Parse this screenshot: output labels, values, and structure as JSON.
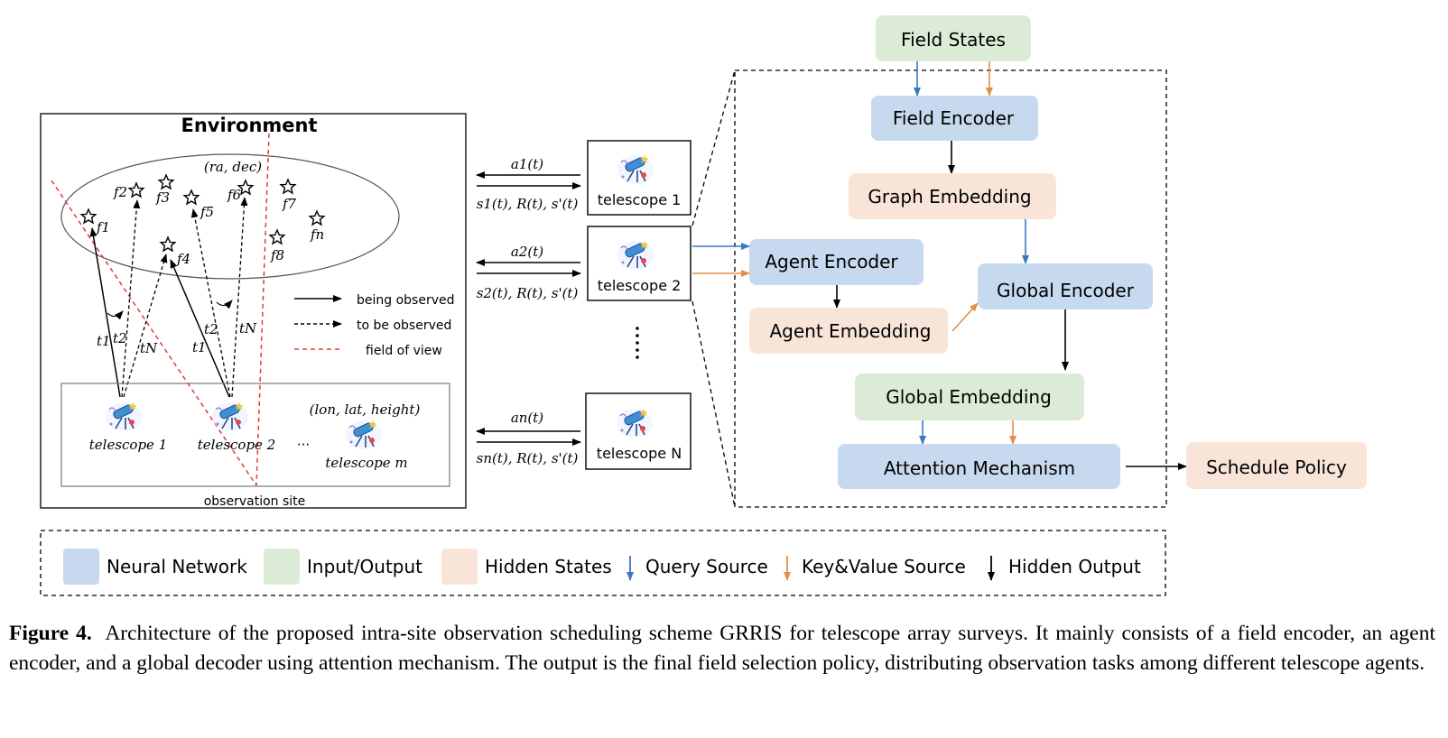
{
  "environment": {
    "title": "Environment",
    "sky_coord": "(ra, dec)",
    "fields": [
      "f1",
      "f2",
      "f3",
      "f4",
      "f5",
      "f6",
      "f7",
      "f8",
      "fn"
    ],
    "legend": {
      "being_observed": "being observed",
      "to_be_observed": "to be observed",
      "field_of_view": "field of view"
    },
    "time_labels": {
      "t1": "t1",
      "t2": "t2",
      "tN": "tN"
    },
    "site_coord": "(lon, lat, height)",
    "site_telescopes": [
      "telescope 1",
      "telescope 2",
      "telescope m"
    ],
    "ellipsis": "···",
    "site_label": "observation site"
  },
  "agents": [
    {
      "action": "a1(t)",
      "feedback": "s1(t), R(t), s'(t)",
      "label": "telescope 1"
    },
    {
      "action": "a2(t)",
      "feedback": "s2(t), R(t), s'(t)",
      "label": "telescope 2"
    },
    {
      "action": "an(t)",
      "feedback": "sn(t), R(t), s'(t)",
      "label": "telescope N"
    }
  ],
  "network": {
    "field_states": "Field States",
    "field_encoder": "Field Encoder",
    "graph_embedding": "Graph Embedding",
    "agent_encoder": "Agent Encoder",
    "agent_embedding": "Agent Embedding",
    "global_encoder": "Global Encoder",
    "global_embedding": "Global Embedding",
    "attention": "Attention Mechanism",
    "schedule_policy": "Schedule Policy"
  },
  "legend": {
    "neural_network": "Neural Network",
    "input_output": "Input/Output",
    "hidden_states": "Hidden States",
    "query_source": "Query Source",
    "key_value_source": "Key&Value Source",
    "hidden_output": "Hidden Output"
  },
  "colors": {
    "neural_network": "#c6d9ee",
    "input_output": "#dcebd6",
    "hidden_states": "#f9e5d8",
    "query_arrow": "#3b78c4",
    "key_value_arrow": "#e0904a",
    "field_of_view": "#e03c3c"
  },
  "caption": {
    "label": "Figure 4.",
    "text": "Architecture of the proposed intra-site observation scheduling scheme GRRIS for telescope array surveys. It mainly consists of a field encoder, an agent encoder, and a global decoder using attention mechanism. The output is the final field selection policy, distributing observation tasks among different telescope agents."
  }
}
